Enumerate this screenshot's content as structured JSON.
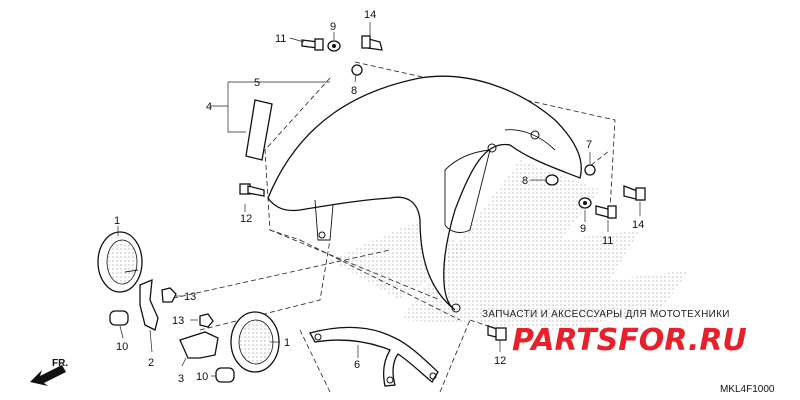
{
  "diagram": {
    "code": "MKL4F1000",
    "direction_label": "FR.",
    "watermark": {
      "caption": "ЗАПЧАСТИ И АКСЕССУАРЫ ДЛЯ МОТОТЕХНИКИ",
      "brand": "PARTSFOR.RU"
    },
    "callouts": [
      "1",
      "1",
      "2",
      "3",
      "4",
      "5",
      "6",
      "7",
      "8",
      "8",
      "9",
      "9",
      "10",
      "10",
      "11",
      "11",
      "12",
      "12",
      "13",
      "13",
      "14",
      "14"
    ]
  },
  "parts": [
    {
      "ref": "1",
      "icon": "reflector-icon"
    },
    {
      "ref": "2",
      "icon": "bracket-icon"
    },
    {
      "ref": "3",
      "icon": "bracket-icon"
    },
    {
      "ref": "4",
      "icon": "trim-strip-icon"
    },
    {
      "ref": "5",
      "icon": "fender-icon"
    },
    {
      "ref": "6",
      "icon": "fork-brace-icon"
    },
    {
      "ref": "7",
      "icon": "collar-icon"
    },
    {
      "ref": "8",
      "icon": "grommet-icon"
    },
    {
      "ref": "9",
      "icon": "washer-icon"
    },
    {
      "ref": "10",
      "icon": "grommet-icon"
    },
    {
      "ref": "11",
      "icon": "bolt-icon"
    },
    {
      "ref": "12",
      "icon": "bolt-icon"
    },
    {
      "ref": "13",
      "icon": "nut-icon"
    },
    {
      "ref": "14",
      "icon": "bolt-icon"
    }
  ]
}
